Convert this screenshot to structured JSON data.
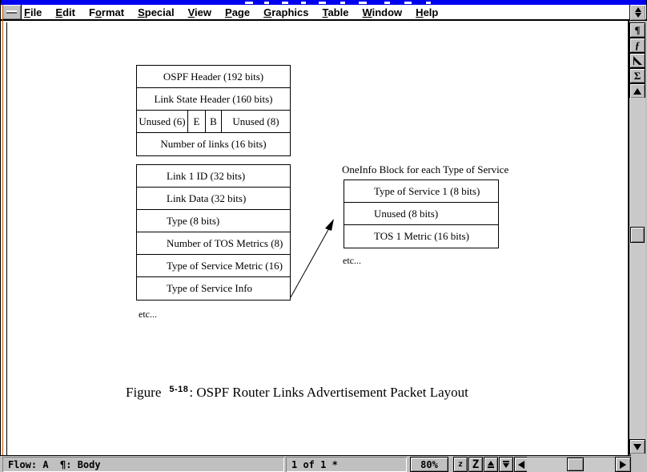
{
  "window": {
    "titlebar_color": "#0000f0",
    "chrome_color": "#c0c0c0",
    "border_accent_color": "#c05000"
  },
  "menu": {
    "items": [
      {
        "pre": "",
        "u": "F",
        "post": "ile"
      },
      {
        "pre": "",
        "u": "E",
        "post": "dit"
      },
      {
        "pre": "F",
        "u": "o",
        "post": "rmat"
      },
      {
        "pre": "",
        "u": "S",
        "post": "pecial"
      },
      {
        "pre": "",
        "u": "V",
        "post": "iew"
      },
      {
        "pre": "",
        "u": "P",
        "post": "age"
      },
      {
        "pre": "",
        "u": "G",
        "post": "raphics"
      },
      {
        "pre": "",
        "u": "T",
        "post": "able"
      },
      {
        "pre": "",
        "u": "W",
        "post": "indow"
      },
      {
        "pre": "",
        "u": "H",
        "post": "elp"
      }
    ]
  },
  "toolstrip": {
    "paragraph_catalog_glyph": "¶",
    "character_catalog_glyph": "ƒ",
    "equations_glyph": "Σ"
  },
  "diagram": {
    "header_block": {
      "row_top": "OSPF Header (192 bits)",
      "row2": "Link State Header (160 bits)",
      "flags": [
        "Unused (6)",
        "E",
        "B",
        "Unused (8)"
      ],
      "row_bottom": "Number of links (16 bits)"
    },
    "link_block": {
      "rows": [
        "Link 1 ID (32 bits)",
        "Link Data (32 bits)",
        "Type (8 bits)",
        "Number of TOS Metrics (8)",
        "Type of Service Metric (16)",
        "Type of Service Info"
      ]
    },
    "etc_left": "etc...",
    "tos_block": {
      "title": "OneInfo Block for each Type of Service",
      "rows": [
        "Type of Service 1 (8 bits)",
        "Unused (8 bits)",
        "TOS 1 Metric (16 bits)"
      ],
      "etc": "etc..."
    },
    "caption": {
      "prefix": "Figure",
      "number": "5-18",
      "suffix": ": OSPF Router Links Advertisement Packet Layout"
    }
  },
  "statusbar": {
    "flow": "Flow: A  ¶: Body",
    "page_indicator": "1 of 1 *",
    "zoom_level": "80%",
    "zoom_out_label": "z",
    "zoom_in_label": "Z"
  }
}
